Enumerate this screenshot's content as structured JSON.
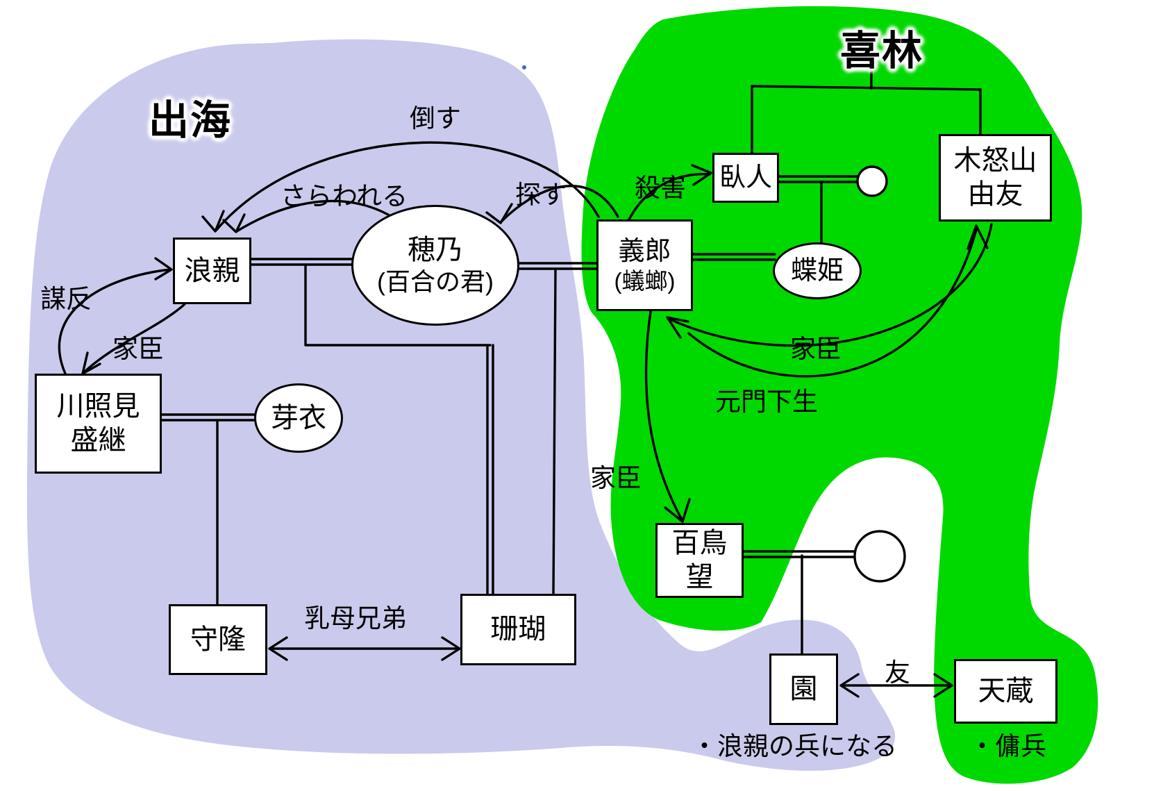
{
  "regions": {
    "izumo": {
      "label": "出海",
      "fill": "#cacaec"
    },
    "kirin": {
      "label": "喜林",
      "fill": "#00d900"
    }
  },
  "nodes": {
    "namichika": {
      "label": "浪親"
    },
    "hono": {
      "label": "穂乃",
      "sub": "(百合の君)"
    },
    "kawaterumi": {
      "label": "川照見",
      "sub": "盛継"
    },
    "mei": {
      "label": "芽衣"
    },
    "moritaka": {
      "label": "守隆"
    },
    "sango": {
      "label": "珊瑚"
    },
    "yoshiro": {
      "label": "義郎",
      "sub": "(蟻螂)"
    },
    "gajin": {
      "label": "臥人"
    },
    "kinuyama": {
      "label": "木怒山",
      "sub": "由友"
    },
    "chohime": {
      "label": "蝶姫"
    },
    "hyakutori": {
      "label": "百鳥",
      "sub": "望"
    },
    "sono": {
      "label": "園"
    },
    "tenzo": {
      "label": "天蔵"
    }
  },
  "edge_labels": {
    "taosu": "倒す",
    "sarawareru": "さらわれる",
    "sagasu": "探す",
    "satsugai": "殺害",
    "muhon": "謀反",
    "kashin_left": "家臣",
    "kashin_top": "家臣",
    "motomonkasei": "元門下生",
    "kashin_mid": "家臣",
    "ubakyodai": "乳母兄弟",
    "tomo": "友"
  },
  "notes": {
    "sono_note": "・浪親の兵になる",
    "tenzo_note": "・傭兵"
  },
  "colors": {
    "line": "#000000"
  }
}
